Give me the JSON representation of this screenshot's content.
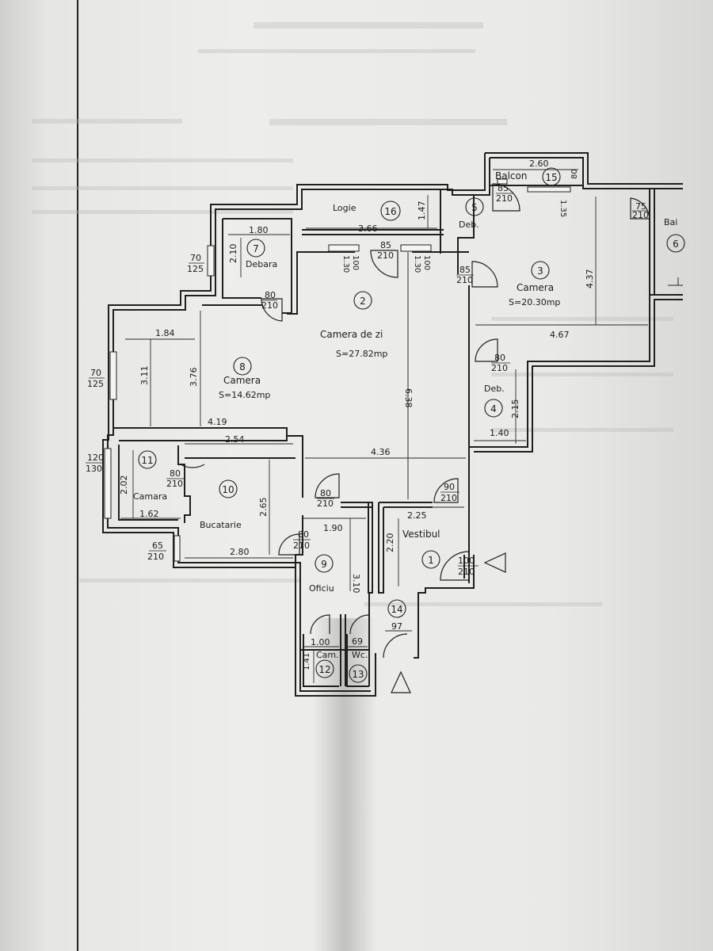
{
  "rooms": [
    {
      "id": "1",
      "name": "Vestibul",
      "area": ""
    },
    {
      "id": "2",
      "name": "Camera de zi",
      "area": "S=27.82mp"
    },
    {
      "id": "3",
      "name": "Camera",
      "area": "S=20.30mp"
    },
    {
      "id": "4",
      "name": "Deb.",
      "area": ""
    },
    {
      "id": "5",
      "name": "Deb.",
      "area": ""
    },
    {
      "id": "6",
      "name": "Bai",
      "area": ""
    },
    {
      "id": "7",
      "name": "Debara",
      "area": ""
    },
    {
      "id": "8",
      "name": "Camera",
      "area": "S=14.62mp"
    },
    {
      "id": "9",
      "name": "Oficiu",
      "area": ""
    },
    {
      "id": "10",
      "name": "Bucatarie",
      "area": ""
    },
    {
      "id": "11",
      "name": "Camara",
      "area": ""
    },
    {
      "id": "12",
      "name": "Cam.",
      "area": ""
    },
    {
      "id": "13",
      "name": "Wc.",
      "area": ""
    },
    {
      "id": "14",
      "name": "",
      "area": ""
    },
    {
      "id": "15",
      "name": "Balcon",
      "area": ""
    },
    {
      "id": "16",
      "name": "Logie",
      "area": ""
    }
  ],
  "dimensions": {
    "balcon_width": "2.60",
    "balcon_side": "80",
    "logie_width": "3.66",
    "logie_depth": "1.47",
    "debara_width": "1.80",
    "debara_depth": "2.10",
    "living_depth": "6.38",
    "living_bottom": "4.36",
    "room3_depth": "4.37",
    "room3_width": "4.67",
    "room8_top": "1.84",
    "room8_h1": "3.11",
    "room8_h2": "3.76",
    "room8_bottom": "4.19",
    "deb4_depth": "2.15",
    "deb4_width": "1.40",
    "kitchen_top": "2.54",
    "kitchen_depth": "2.65",
    "kitchen_bottom": "2.80",
    "camara_depth": "2.02",
    "camara_width": "1.62",
    "oficiu_width": "1.90",
    "oficiu_depth": "3.10",
    "vestibul_width": "2.25",
    "vestibul_depth": "2.20",
    "entry_97": "97",
    "cam_width": "1.00",
    "cam_depth": "1.41",
    "wc_width": "69"
  },
  "openings": {
    "balcon_door": {
      "w": "85",
      "h": "210"
    },
    "room3_balcony_window": "1.35",
    "room6_door": {
      "w": "75",
      "h": "210"
    },
    "logie_door": {
      "w": "85",
      "h": "210"
    },
    "logie_win_left": {
      "w": "1.30",
      "h": "100"
    },
    "logie_win_right": {
      "w": "1.30",
      "h": "100"
    },
    "room3_door": {
      "w": "85",
      "h": "210"
    },
    "debara_window": {
      "w": "70",
      "h": "125"
    },
    "debara_door": {
      "w": "80",
      "h": "210"
    },
    "deb4_door": {
      "w": "80",
      "h": "210"
    },
    "room8_window": {
      "w": "70",
      "h": "125"
    },
    "camara_window": {
      "w": "120",
      "h": "130"
    },
    "camara_door": {
      "w": "80",
      "h": "210"
    },
    "kitchen_window": {
      "w": "65",
      "h": "210"
    },
    "kitchen_hall_door": {
      "w": "80",
      "h": "210"
    },
    "living_door": {
      "w": "90",
      "h": "210"
    },
    "oficiu_door": {
      "w": "80",
      "h": "210"
    },
    "entry_door": {
      "w": "100",
      "h": "210"
    }
  }
}
